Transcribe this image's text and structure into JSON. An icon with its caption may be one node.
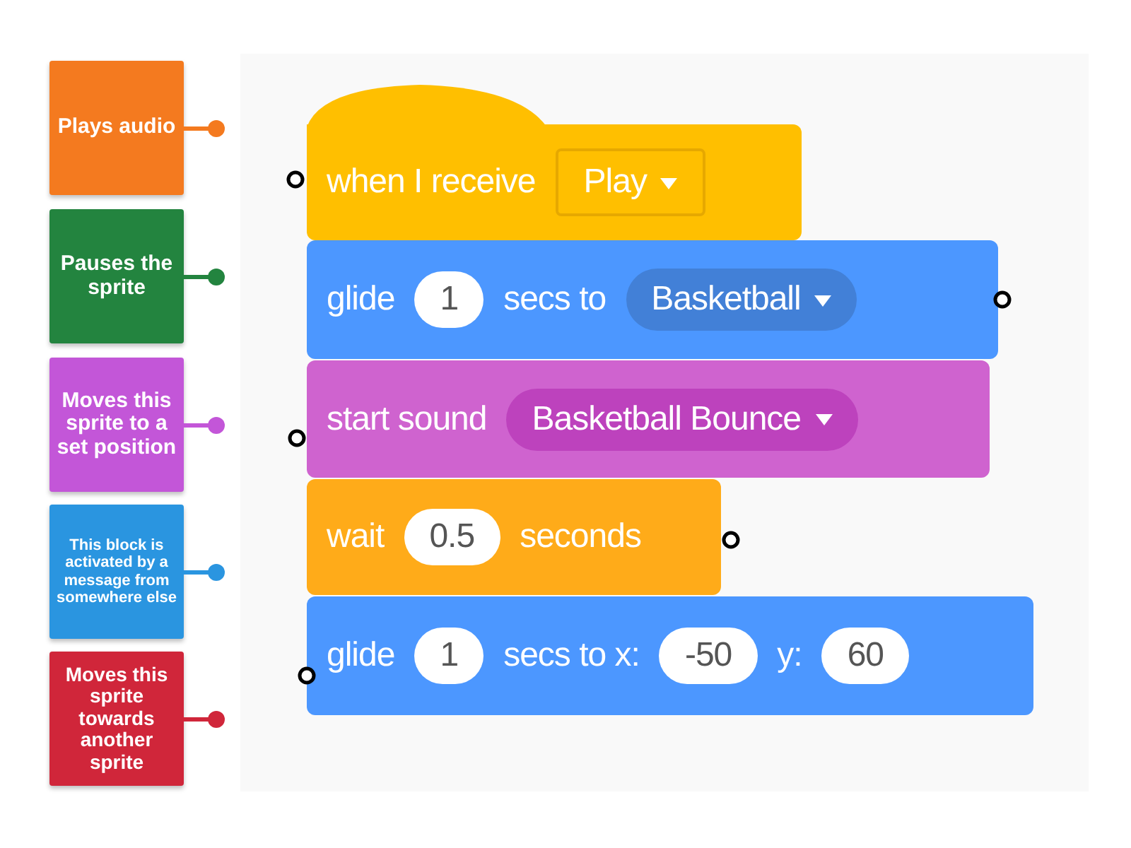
{
  "diagram": {
    "nodes": [
      {
        "text": [
          "Plays audio"
        ]
      },
      {
        "text": [
          "Pauses the sprite"
        ]
      },
      {
        "text": [
          "Moves this sprite to a set position"
        ]
      },
      {
        "text": [
          "This block is activated by a message from somewhere else"
        ]
      },
      {
        "text": [
          "Moves this sprite towards another sprite"
        ]
      },
      {
        "text": [
          "when I receive",
          "Play"
        ]
      },
      {
        "text": [
          "glide",
          "1",
          "secs to",
          "Basketball"
        ]
      },
      {
        "text": [
          "start sound",
          "Basketball Bounce"
        ]
      },
      {
        "text": [
          "wait",
          "0.5",
          "seconds"
        ]
      },
      {
        "text": [
          "glide",
          "1",
          "secs to x:",
          "-50",
          "y:",
          "60"
        ]
      }
    ],
    "edges": []
  }
}
